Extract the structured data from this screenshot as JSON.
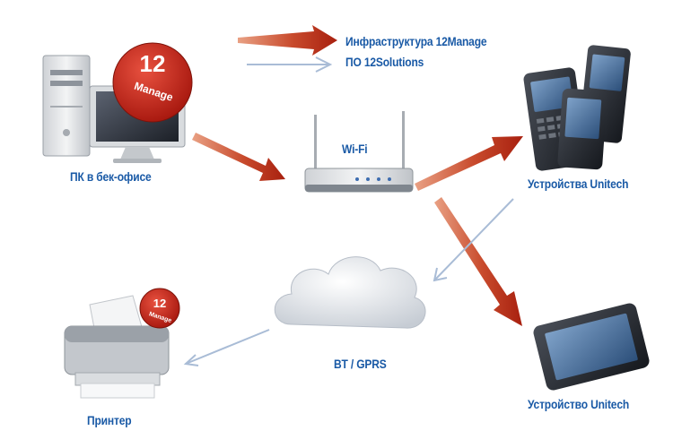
{
  "legend": {
    "arrow_infrastructure": "Инфраструктура 12Manage",
    "arrow_software": "ПО 12Solutions"
  },
  "nodes": {
    "pc": "ПК в бек-офисе",
    "router": "Wi-Fi",
    "handhelds": "Устройства Unitech",
    "tablet": "Устройство Unitech",
    "cloud": "BT / GPRS",
    "printer": "Принтер"
  },
  "badges": {
    "pc_badge_number": "12",
    "pc_badge_word": "Manage",
    "printer_badge_number": "12",
    "printer_badge_word": "Manage"
  },
  "colors": {
    "label_blue": "#1a5aa6",
    "infrastructure_arrow": "#b8301c",
    "software_arrow": "#a9bcd6",
    "badge_red": "#c4271c"
  }
}
